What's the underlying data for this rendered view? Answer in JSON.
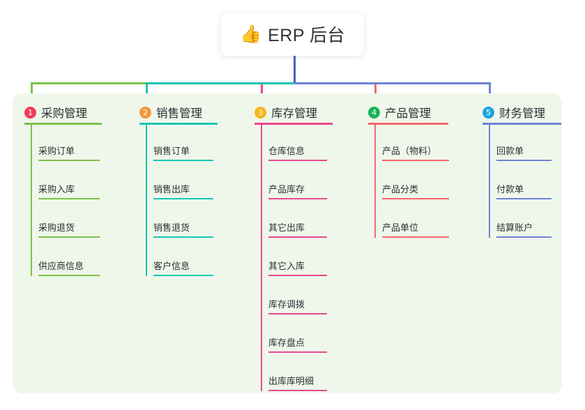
{
  "root": {
    "icon": "thumbs-up-icon",
    "emoji": "👍",
    "title": "ERP 后台"
  },
  "palette": {
    "panel_bg": "#eff7ea",
    "root_line": "#4f5cc0",
    "green": "#7cc24a",
    "teal": "#18c6b4",
    "pink": "#e8488f",
    "salmon": "#f4676c",
    "blue": "#6d84d8"
  },
  "columns": [
    {
      "number": "1",
      "label": "采购管理",
      "badge_color": "#ef3b5b",
      "line_color": "#7cc24a",
      "items": [
        "采购订单",
        "采购入库",
        "采购退货",
        "供应商信息"
      ]
    },
    {
      "number": "2",
      "label": "销售管理",
      "badge_color": "#f2973d",
      "line_color": "#18c6b4",
      "items": [
        "销售订单",
        "销售出库",
        "销售退货",
        "客户信息"
      ]
    },
    {
      "number": "3",
      "label": "库存管理",
      "badge_color": "#f5b61a",
      "line_color": "#e8488f",
      "items": [
        "仓库信息",
        "产品库存",
        "其它出库",
        "其它入库",
        "库存调拨",
        "库存盘点",
        "出库库明细"
      ]
    },
    {
      "number": "4",
      "label": "产品管理",
      "badge_color": "#19b359",
      "line_color": "#f4676c",
      "items": [
        "产品（物料）",
        "产品分类",
        "产品单位"
      ]
    },
    {
      "number": "5",
      "label": "财务管理",
      "badge_color": "#1aa6e0",
      "line_color": "#6d84d8",
      "items": [
        "回款单",
        "付款单",
        "结算账户"
      ]
    }
  ]
}
